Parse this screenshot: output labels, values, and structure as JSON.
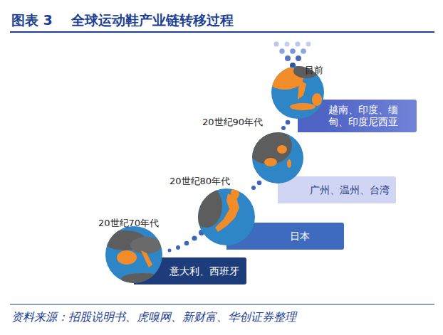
{
  "diagram": {
    "title": "图表 3    全球运动鞋产业链转移过程",
    "caption": "资料来源：招股说明书、虎嗅网、新财富、华创证券整理",
    "nodes": [
      {
        "text": [
          "意大利、西班牙"
        ]
      },
      {
        "text": [
          "日本"
        ]
      },
      {
        "text": [
          "广州、温州、台湾"
        ]
      },
      {
        "text": [
          "越南、印度、缅甸、印度尼西亚"
        ]
      }
    ],
    "labels": [
      "20世纪70年代",
      "20世纪80年代",
      "20世纪90年代",
      "目前"
    ]
  }
}
